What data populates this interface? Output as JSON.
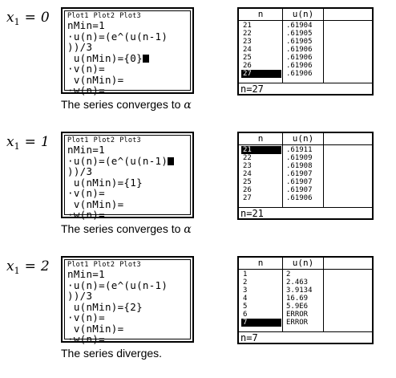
{
  "blocks": [
    {
      "x_var": "x",
      "x_sub": "1",
      "x_eq": "=",
      "x_val": "0",
      "plots": [
        "Plot1",
        "Plot2",
        "Plot3"
      ],
      "lines": [
        "nMin=1",
        "·u(n)=(e^(u(n-1)",
        "))/3",
        " u(nMin)={0}",
        "·v(n)=",
        " v(nMin)=",
        "·w(n)="
      ],
      "cursor_line": 3,
      "table_headers": [
        "n",
        "u(n)"
      ],
      "rows": [
        {
          "n": "21",
          "u": ".61904"
        },
        {
          "n": "22",
          "u": ".61905"
        },
        {
          "n": "23",
          "u": ".61905"
        },
        {
          "n": "24",
          "u": ".61906"
        },
        {
          "n": "25",
          "u": ".61906"
        },
        {
          "n": "26",
          "u": ".61906"
        },
        {
          "n": "27",
          "u": ".61906"
        }
      ],
      "selected_row": 6,
      "footer": "n=27",
      "caption_text": "The series converges to",
      "caption_symbol": "α"
    },
    {
      "x_var": "x",
      "x_sub": "1",
      "x_eq": "=",
      "x_val": "1",
      "plots": [
        "Plot1",
        "Plot2",
        "Plot3"
      ],
      "lines": [
        "nMin=1",
        "·u(n)=(e^(u(n-1)",
        "))/3",
        " u(nMin)={1}",
        "·v(n)=",
        " v(nMin)=",
        "·w(n)="
      ],
      "cursor_line": 1,
      "table_headers": [
        "n",
        "u(n)"
      ],
      "rows": [
        {
          "n": "21",
          "u": ".61911"
        },
        {
          "n": "22",
          "u": ".61909"
        },
        {
          "n": "23",
          "u": ".61908"
        },
        {
          "n": "24",
          "u": ".61907"
        },
        {
          "n": "25",
          "u": ".61907"
        },
        {
          "n": "26",
          "u": ".61907"
        },
        {
          "n": "27",
          "u": ".61906"
        }
      ],
      "selected_row": 0,
      "footer": "n=21",
      "caption_text": "The series converges to",
      "caption_symbol": "α"
    },
    {
      "x_var": "x",
      "x_sub": "1",
      "x_eq": "=",
      "x_val": "2",
      "plots": [
        "Plot1",
        "Plot2",
        "Plot3"
      ],
      "lines": [
        "nMin=1",
        "·u(n)=(e^(u(n-1)",
        "))/3",
        " u(nMin)={2}",
        "·v(n)=",
        " v(nMin)=",
        "·w(n)="
      ],
      "cursor_line": -1,
      "table_headers": [
        "n",
        "u(n)"
      ],
      "rows": [
        {
          "n": "1",
          "u": "2"
        },
        {
          "n": "2",
          "u": "2.463"
        },
        {
          "n": "3",
          "u": "3.9134"
        },
        {
          "n": "4",
          "u": "16.69"
        },
        {
          "n": "5",
          "u": "5.9E6"
        },
        {
          "n": "6",
          "u": "ERROR"
        },
        {
          "n": "7",
          "u": "ERROR"
        }
      ],
      "selected_row": 6,
      "footer": "n=7",
      "caption_text": "The series diverges.",
      "caption_symbol": ""
    }
  ]
}
